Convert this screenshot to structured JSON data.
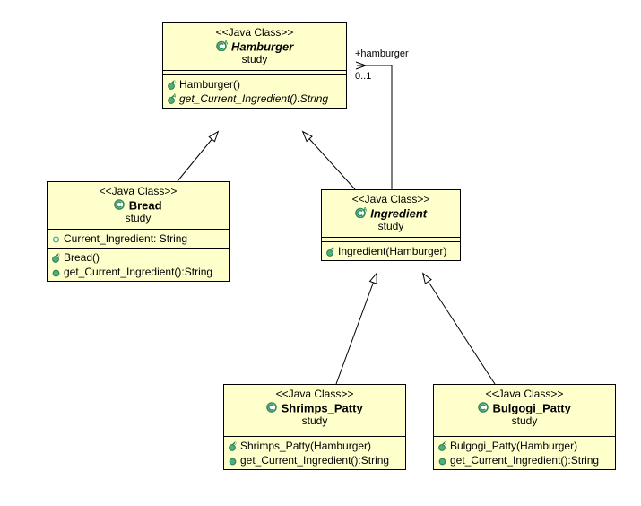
{
  "diagram": {
    "kind": "uml-class-diagram",
    "background": "#ffffff",
    "class_fill": "#ffffcc",
    "class_stroke": "#000000",
    "icon_color": "#2e8b57",
    "classes": [
      {
        "id": "hamburger",
        "stereotype": "<<Java Class>>",
        "name": "Hamburger",
        "package": "study",
        "abstract": true,
        "icon": "java-class-abstract-icon",
        "attributes": [],
        "methods": [
          {
            "label": "Hamburger()",
            "icon": "constructor-icon",
            "abstract": false
          },
          {
            "label": "get_Current_Ingredient():String",
            "icon": "abstract-method-icon",
            "abstract": true
          }
        ]
      },
      {
        "id": "bread",
        "stereotype": "<<Java Class>>",
        "name": "Bread",
        "package": "study",
        "abstract": false,
        "icon": "java-class-icon",
        "attributes": [
          {
            "label": "Current_Ingredient: String",
            "icon": "field-icon"
          }
        ],
        "methods": [
          {
            "label": "Bread()",
            "icon": "constructor-icon",
            "abstract": false
          },
          {
            "label": "get_Current_Ingredient():String",
            "icon": "method-icon",
            "abstract": false
          }
        ]
      },
      {
        "id": "ingredient",
        "stereotype": "<<Java Class>>",
        "name": "Ingredient",
        "package": "study",
        "abstract": true,
        "icon": "java-class-abstract-icon",
        "attributes": [],
        "methods": [
          {
            "label": "Ingredient(Hamburger)",
            "icon": "constructor-icon",
            "abstract": false
          }
        ]
      },
      {
        "id": "shrimps_patty",
        "stereotype": "<<Java Class>>",
        "name": "Shrimps_Patty",
        "package": "study",
        "abstract": false,
        "icon": "java-class-icon",
        "attributes": [],
        "methods": [
          {
            "label": "Shrimps_Patty(Hamburger)",
            "icon": "constructor-icon",
            "abstract": false
          },
          {
            "label": "get_Current_Ingredient():String",
            "icon": "method-icon",
            "abstract": false
          }
        ]
      },
      {
        "id": "bulgogi_patty",
        "stereotype": "<<Java Class>>",
        "name": "Bulgogi_Patty",
        "package": "study",
        "abstract": false,
        "icon": "java-class-icon",
        "attributes": [],
        "methods": [
          {
            "label": "Bulgogi_Patty(Hamburger)",
            "icon": "constructor-icon",
            "abstract": false
          },
          {
            "label": "get_Current_Ingredient():String",
            "icon": "method-icon",
            "abstract": false
          }
        ]
      }
    ],
    "relationships": [
      {
        "type": "generalization",
        "from": "Bread",
        "to": "Hamburger"
      },
      {
        "type": "generalization",
        "from": "Ingredient",
        "to": "Hamburger"
      },
      {
        "type": "generalization",
        "from": "Shrimps_Patty",
        "to": "Ingredient"
      },
      {
        "type": "generalization",
        "from": "Bulgogi_Patty",
        "to": "Ingredient"
      },
      {
        "type": "association",
        "from": "Ingredient",
        "to": "Hamburger",
        "role_label": "+hamburger",
        "multiplicity": "0..1"
      }
    ]
  }
}
